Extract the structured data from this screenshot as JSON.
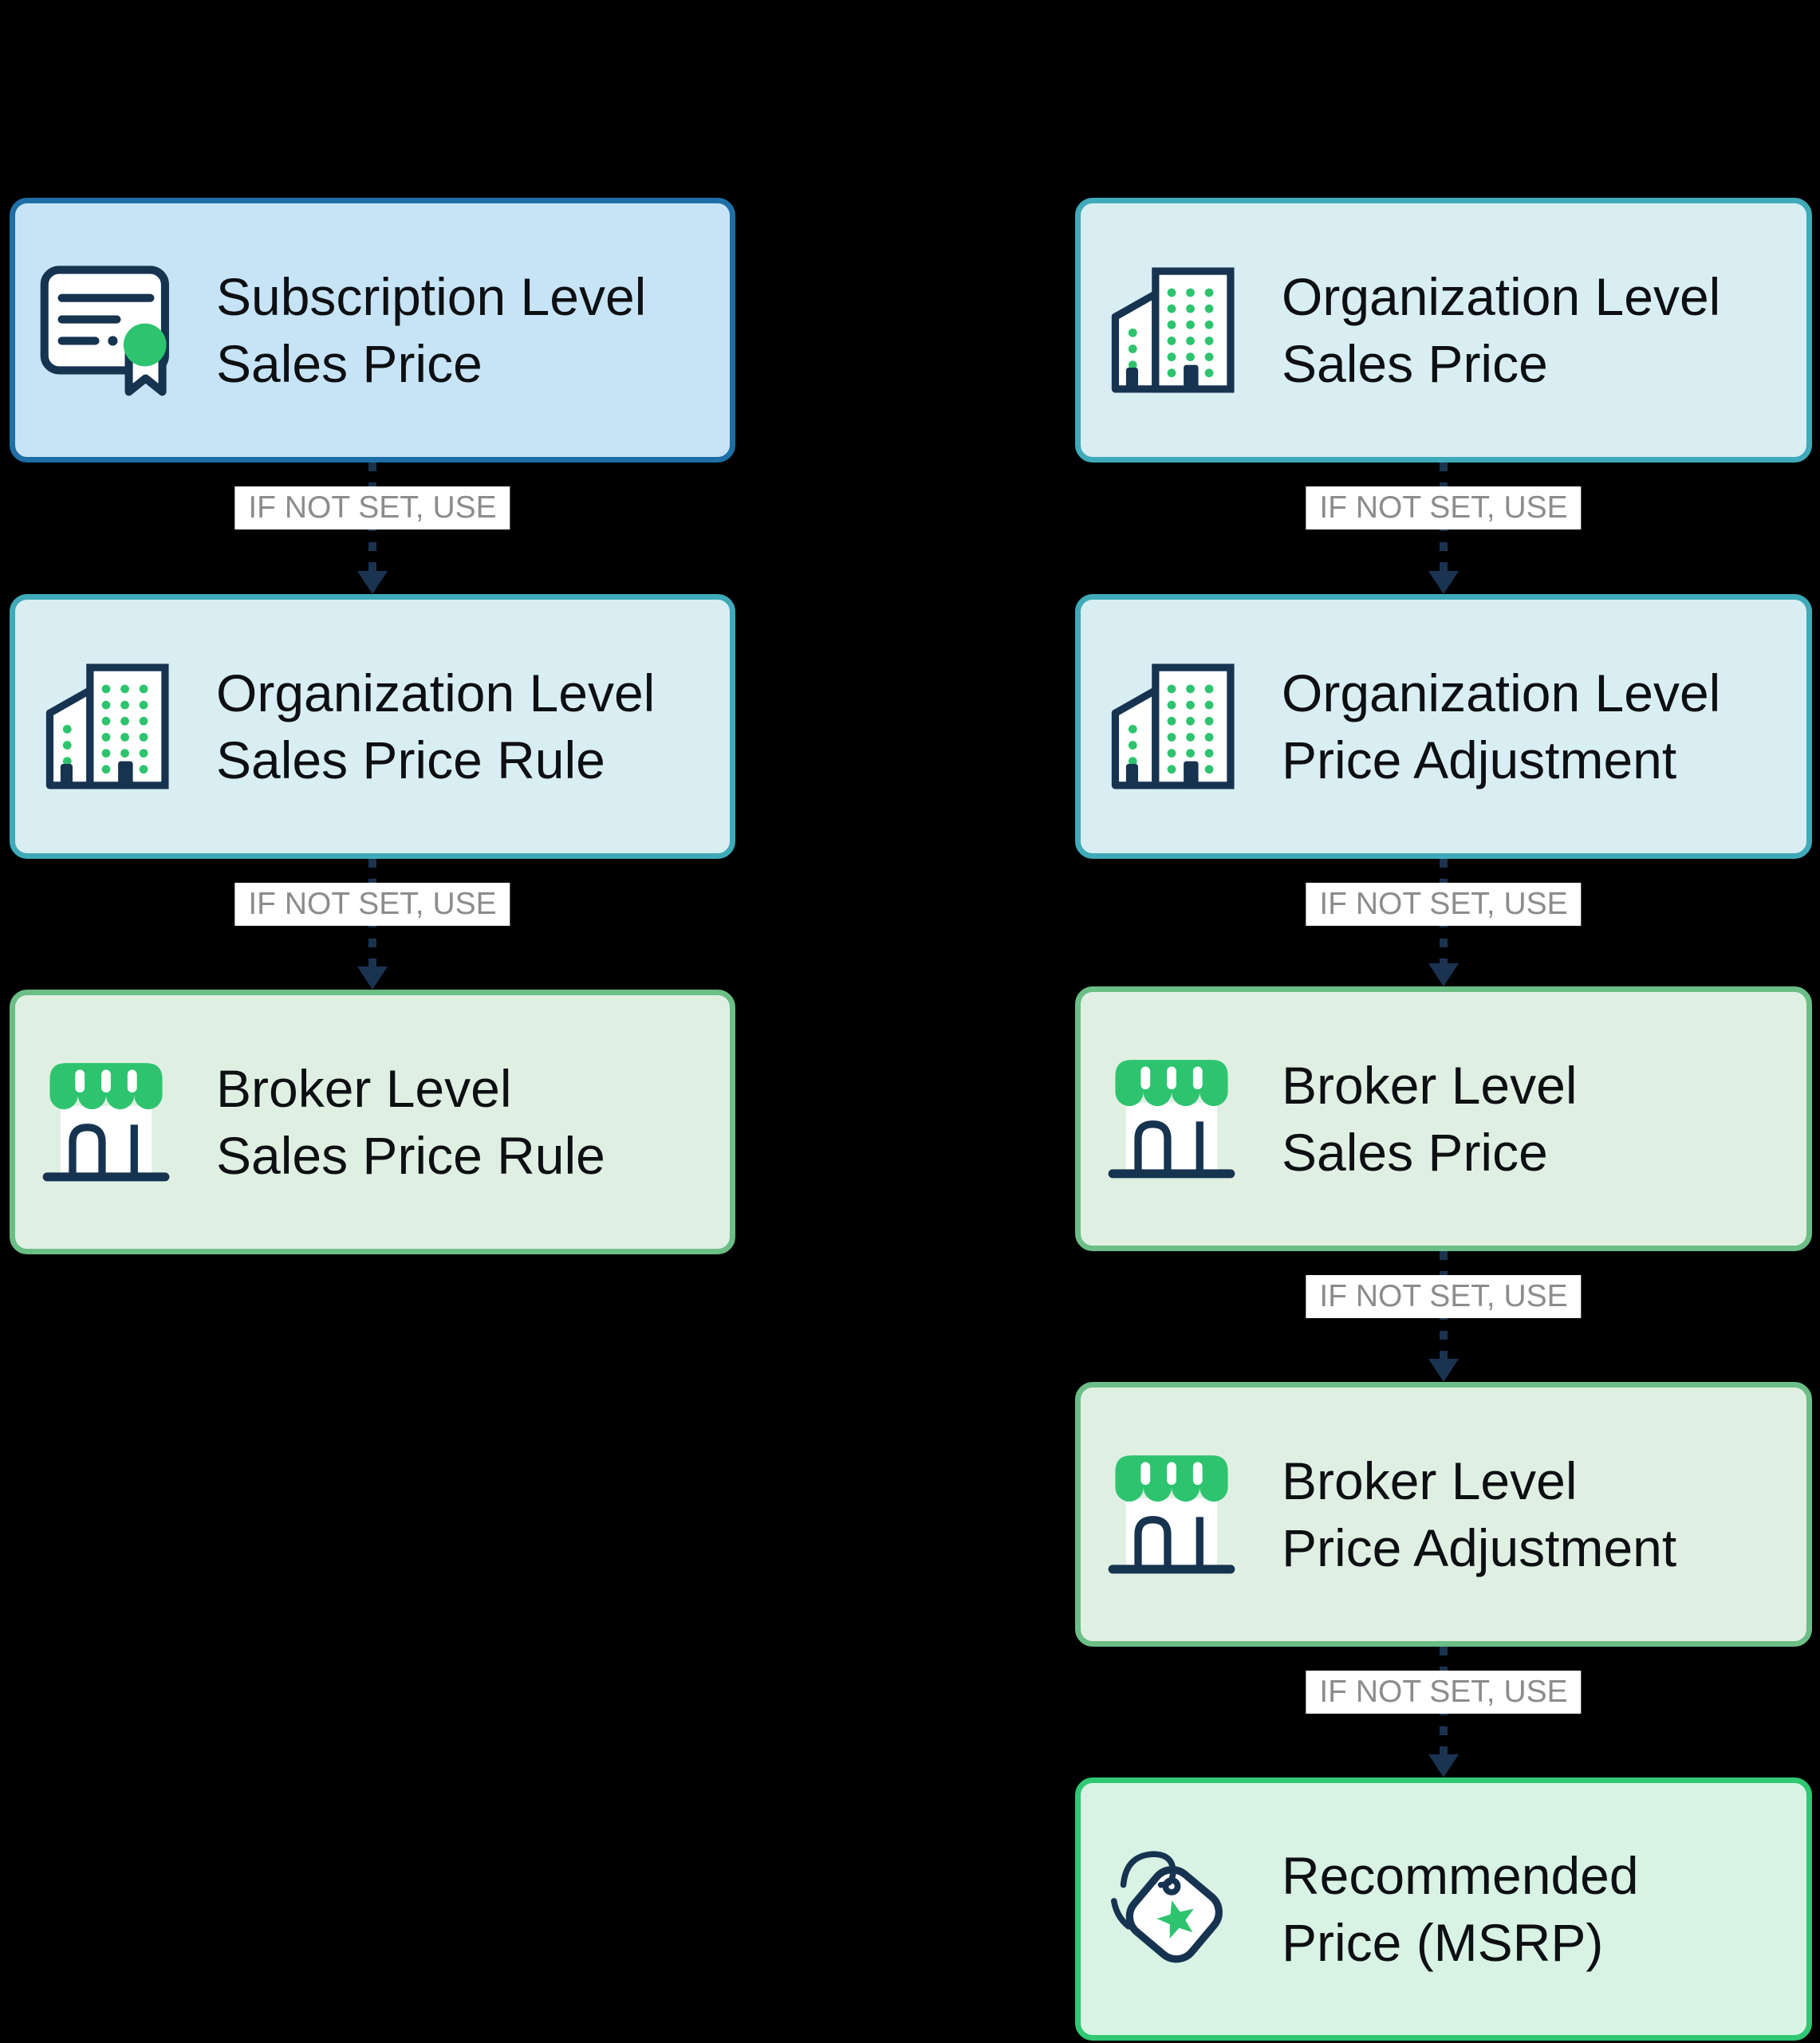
{
  "diagram": {
    "background": "#000000",
    "columns": {
      "left": {
        "boxes": [
          {
            "line1": "Subscription Level",
            "line2": "Sales Price",
            "icon": "certificate-icon",
            "style": "blue"
          },
          {
            "line1": "Organization Level",
            "line2": "Sales Price Rule",
            "icon": "buildings-icon",
            "style": "teal"
          },
          {
            "line1": "Broker Level",
            "line2": "Sales Price Rule",
            "icon": "storefront-icon",
            "style": "green"
          }
        ],
        "connectors": [
          {
            "label": "IF NOT SET, USE"
          },
          {
            "label": "IF NOT SET, USE"
          }
        ]
      },
      "right": {
        "boxes": [
          {
            "line1": "Organization Level",
            "line2": "Sales Price",
            "icon": "buildings-icon",
            "style": "teal"
          },
          {
            "line1": "Organization Level",
            "line2": "Price Adjustment",
            "icon": "buildings-icon",
            "style": "teal"
          },
          {
            "line1": "Broker Level",
            "line2": "Sales Price",
            "icon": "storefront-icon",
            "style": "green"
          },
          {
            "line1": "Broker Level",
            "line2": "Price Adjustment",
            "icon": "storefront-icon",
            "style": "green"
          },
          {
            "line1": "Recommended",
            "line2": "Price (MSRP)",
            "icon": "price-tag-icon",
            "style": "mint"
          }
        ],
        "connectors": [
          {
            "label": "IF NOT SET, USE"
          },
          {
            "label": "IF NOT SET, USE"
          },
          {
            "label": "IF NOT SET, USE"
          },
          {
            "label": "IF NOT SET, USE"
          }
        ]
      }
    },
    "colors": {
      "blue_fill": "#C7E4F7",
      "blue_border": "#1D6FA5",
      "teal_fill": "#D8EEF3",
      "teal_border": "#3FAAB9",
      "green_fill": "#DFF0E3",
      "green_border": "#6BBE85",
      "mint_fill": "#D8F3E4",
      "mint_border": "#2FC873",
      "icon_navy": "#163350",
      "icon_green": "#2EC46F",
      "arrow": "#1A3350",
      "label_text": "#8C8C8C",
      "label_bg": "#FFFFFF",
      "box_text": "#0D0F12"
    }
  }
}
